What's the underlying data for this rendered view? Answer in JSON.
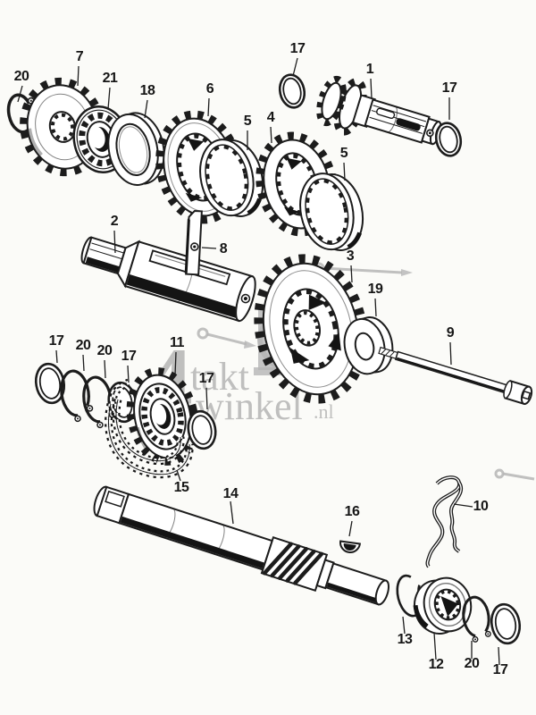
{
  "colors": {
    "ink": "#1c1c1c",
    "paper": "#fbfbf8",
    "shadow": "#141414",
    "watermark": "#b5b5b5"
  },
  "watermark": {
    "numeral": "4",
    "word1": "takt",
    "word2": "winkel",
    "tld": ".nl"
  },
  "diagram": {
    "labels": [
      {
        "text": "20"
      },
      {
        "text": "7"
      },
      {
        "text": "21"
      },
      {
        "text": "18"
      },
      {
        "text": "6"
      },
      {
        "text": "5"
      },
      {
        "text": "4"
      },
      {
        "text": "17"
      },
      {
        "text": "1"
      },
      {
        "text": "17"
      },
      {
        "text": "5"
      },
      {
        "text": "2"
      },
      {
        "text": "8"
      },
      {
        "text": "3"
      },
      {
        "text": "19"
      },
      {
        "text": "9"
      },
      {
        "text": "17"
      },
      {
        "text": "20"
      },
      {
        "text": "20"
      },
      {
        "text": "17"
      },
      {
        "text": "11"
      },
      {
        "text": "17"
      },
      {
        "text": "15"
      },
      {
        "text": "14"
      },
      {
        "text": "16"
      },
      {
        "text": "10"
      },
      {
        "text": "13"
      },
      {
        "text": "12"
      },
      {
        "text": "20"
      },
      {
        "text": "17"
      }
    ]
  }
}
